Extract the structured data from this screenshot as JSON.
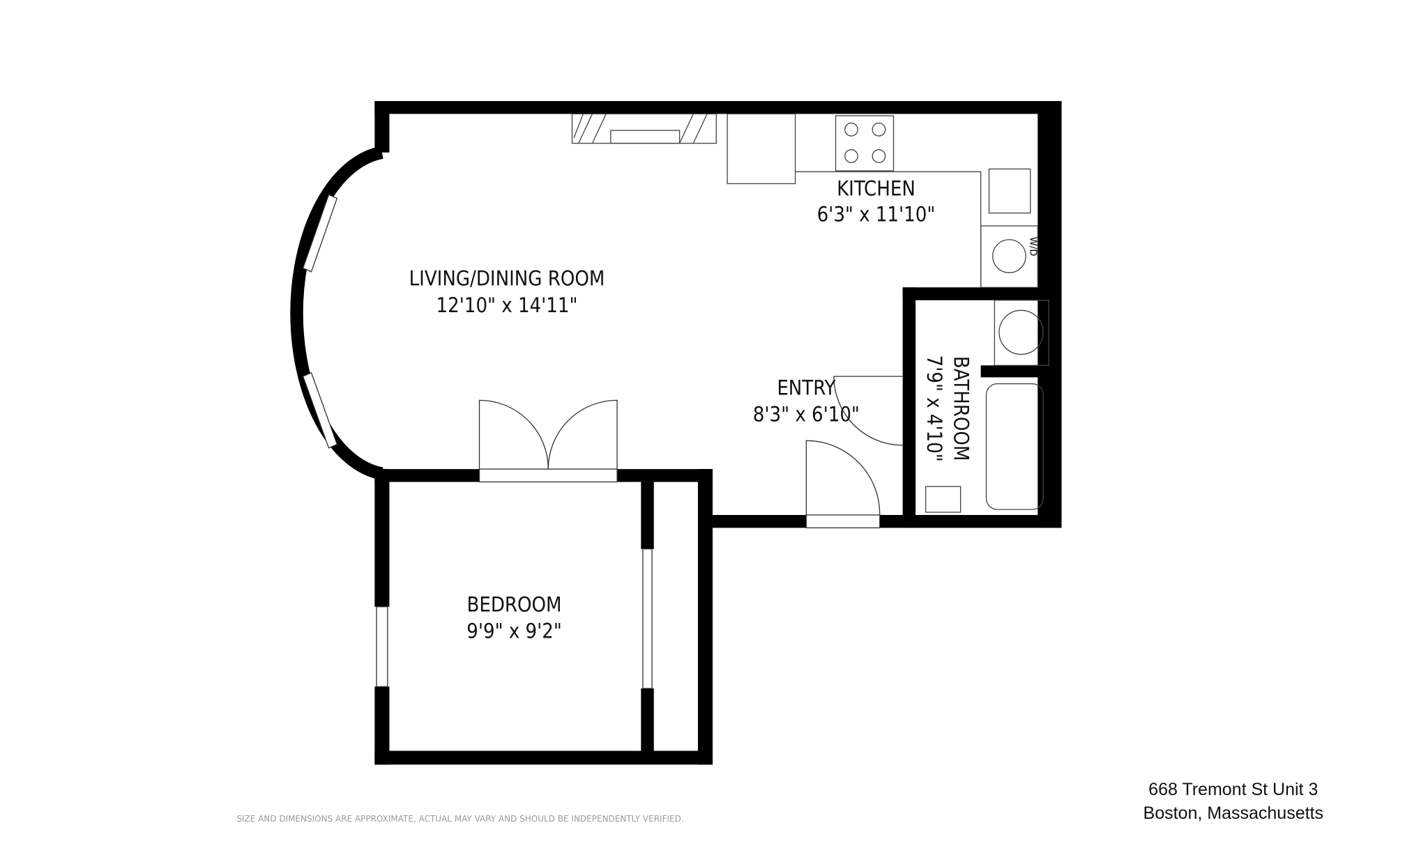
{
  "floorplan": {
    "rooms": [
      {
        "name": "LIVING/DINING ROOM",
        "dims": "12'10\" x 14'11\""
      },
      {
        "name": "KITCHEN",
        "dims": "6'3\" x 11'10\""
      },
      {
        "name": "ENTRY",
        "dims": "8'3\" x 6'10\""
      },
      {
        "name": "BATHROOM",
        "dims": "7'9\" x 4'10\""
      },
      {
        "name": "BEDROOM",
        "dims": "9'9\" x 9'2\""
      }
    ],
    "appliance_label": "W/D",
    "wall_color": "#000000"
  },
  "address": {
    "line1": "668 Tremont St Unit 3",
    "line2": "Boston, Massachusetts"
  },
  "disclaimer": "SIZE AND DIMENSIONS ARE APPROXIMATE, ACTUAL MAY VARY AND SHOULD BE INDEPENDENTLY VERIFIED."
}
